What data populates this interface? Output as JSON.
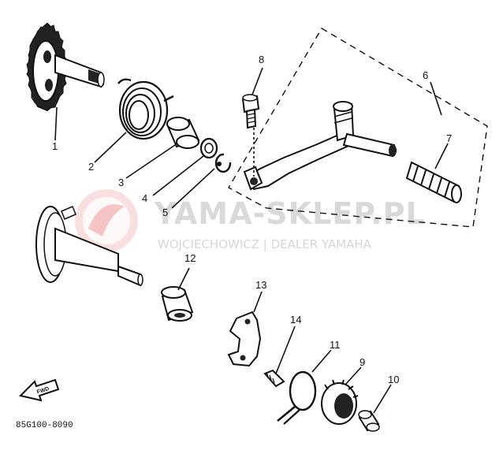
{
  "diagram": {
    "callouts": [
      {
        "id": "1",
        "text": "1"
      },
      {
        "id": "2",
        "text": "2"
      },
      {
        "id": "3",
        "text": "3"
      },
      {
        "id": "4",
        "text": "4"
      },
      {
        "id": "5",
        "text": "5"
      },
      {
        "id": "6",
        "text": "6"
      },
      {
        "id": "7",
        "text": "7"
      },
      {
        "id": "8",
        "text": "8"
      },
      {
        "id": "9",
        "text": "9"
      },
      {
        "id": "10",
        "text": "10"
      },
      {
        "id": "11",
        "text": "11"
      },
      {
        "id": "12",
        "text": "12"
      },
      {
        "id": "13",
        "text": "13"
      },
      {
        "id": "14",
        "text": "14"
      }
    ],
    "fwd_label": "FWD",
    "figure_code": "85G100-8090"
  },
  "watermark": {
    "brand": "YAMA-SKLEP.PL",
    "dealer": "WOJCIECHOWICZ | DEALER YAMAHA"
  },
  "colors": {
    "ink": "#111111",
    "watermark_logo": "#f4c4c4",
    "watermark_text": "#d9d9d9"
  }
}
